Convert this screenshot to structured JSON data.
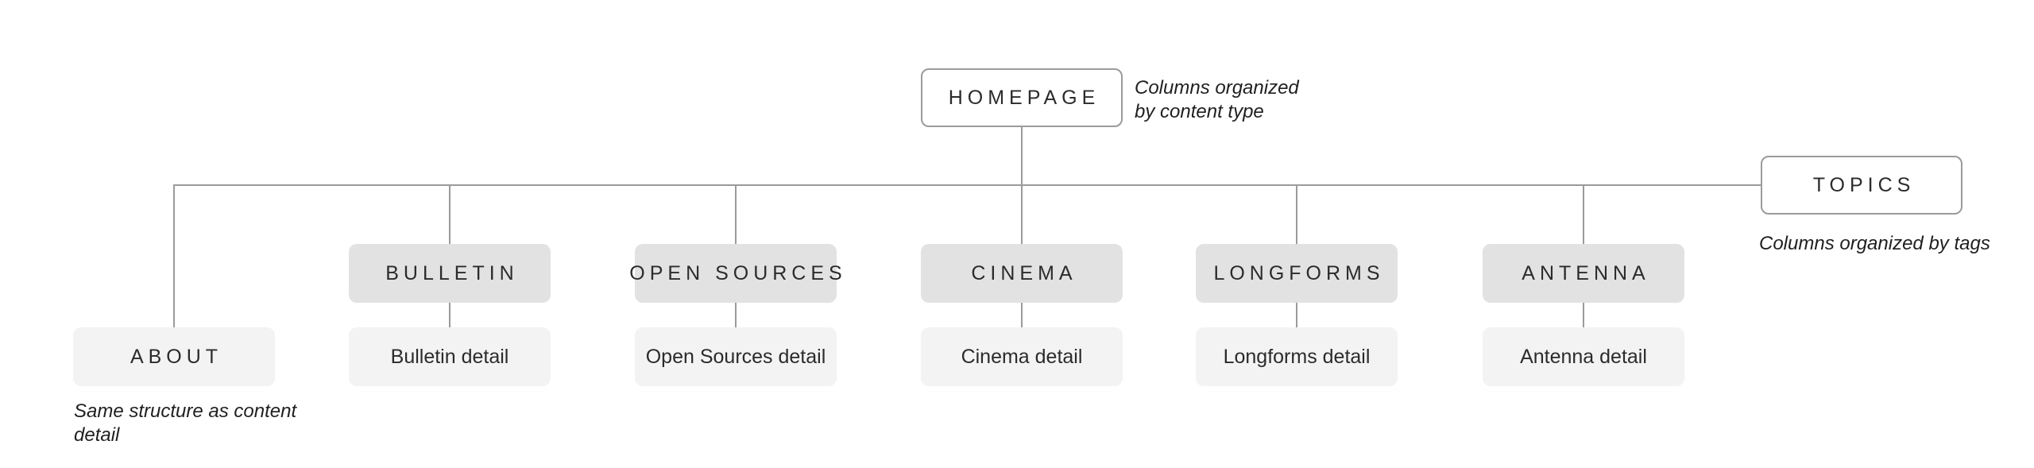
{
  "diagram": {
    "root": {
      "label": "HOMEPAGE"
    },
    "topics": {
      "label": "TOPICS"
    },
    "about": {
      "label": "ABOUT"
    },
    "columns": [
      {
        "label": "BULLETIN",
        "detail": "Bulletin detail"
      },
      {
        "label": "OPEN SOURCES",
        "detail": "Open Sources detail"
      },
      {
        "label": "CINEMA",
        "detail": "Cinema detail"
      },
      {
        "label": "LONGFORMS",
        "detail": "Longforms detail"
      },
      {
        "label": "ANTENNA",
        "detail": "Antenna detail"
      }
    ],
    "notes": {
      "root": [
        "Columns organized",
        "by content type"
      ],
      "topics": "Columns organized by tags",
      "about": [
        "Same structure as content",
        "detail"
      ]
    },
    "colors": {
      "outline": "#9b9b9b",
      "connector": "#9b9b9b",
      "header_fill": "#e2e2e2",
      "detail_fill": "#f3f3f3",
      "text": "#2b2b2b"
    }
  }
}
